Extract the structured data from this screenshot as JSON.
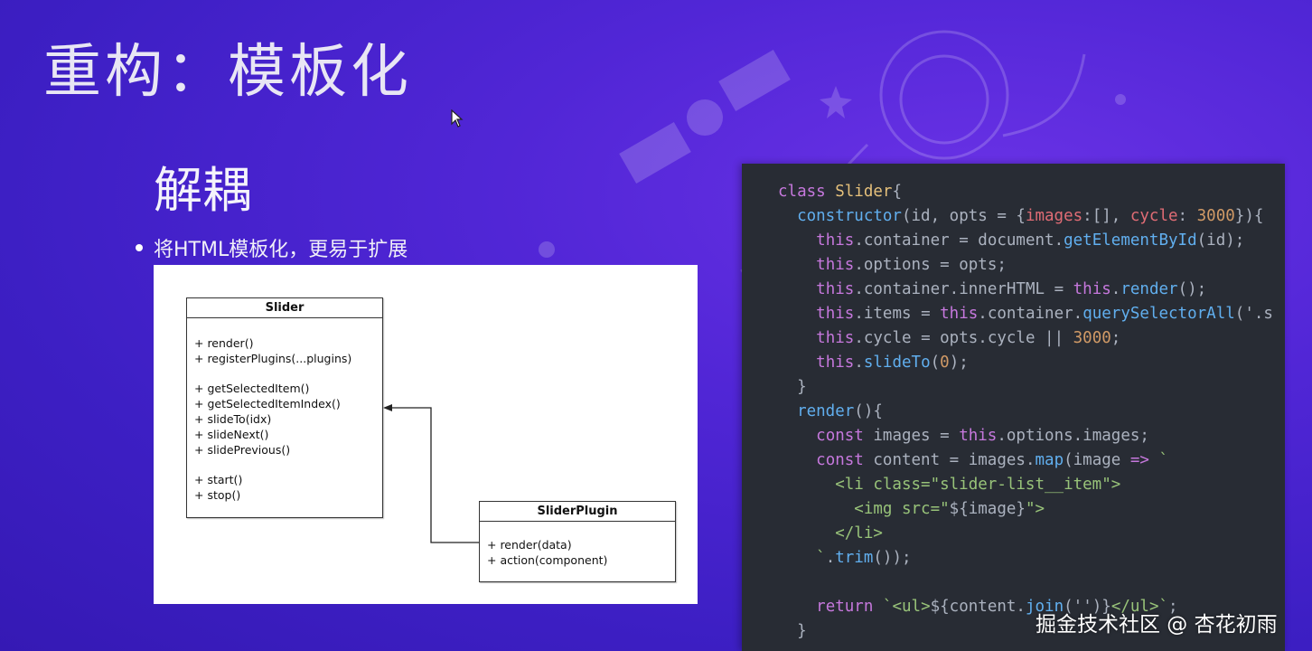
{
  "slide": {
    "title": "重构：模板化",
    "subtitle": "解耦",
    "bullet": "将HTML模板化，更易于扩展"
  },
  "uml": {
    "slider": {
      "name": "Slider",
      "groups": [
        [
          "+ render()",
          "+ registerPlugins(...plugins)"
        ],
        [
          "+ getSelectedItem()",
          "+ getSelectedItemIndex()",
          "+ slideTo(idx)",
          "+ slideNext()",
          "+ slidePrevious()"
        ],
        [
          "+ start()",
          "+ stop()"
        ]
      ]
    },
    "plugin": {
      "name": "SliderPlugin",
      "methods": [
        "+ render(data)",
        "+ action(component)"
      ]
    }
  },
  "code": {
    "lines": [
      [
        [
          "kw",
          "class "
        ],
        [
          "cls",
          "Slider"
        ],
        [
          "pl",
          "{"
        ]
      ],
      [
        [
          "pl",
          "  "
        ],
        [
          "fn",
          "constructor"
        ],
        [
          "pl",
          "(id, opts = {"
        ],
        [
          "prop",
          "images"
        ],
        [
          "pl",
          ":[], "
        ],
        [
          "prop",
          "cycle"
        ],
        [
          "pl",
          ": "
        ],
        [
          "num",
          "3000"
        ],
        [
          "pl",
          "}){"
        ]
      ],
      [
        [
          "pl",
          "    "
        ],
        [
          "kw",
          "this"
        ],
        [
          "pl",
          ".container = document."
        ],
        [
          "fn",
          "getElementById"
        ],
        [
          "pl",
          "(id);"
        ]
      ],
      [
        [
          "pl",
          "    "
        ],
        [
          "kw",
          "this"
        ],
        [
          "pl",
          ".options = opts;"
        ]
      ],
      [
        [
          "pl",
          "    "
        ],
        [
          "kw",
          "this"
        ],
        [
          "pl",
          ".container.innerHTML = "
        ],
        [
          "kw",
          "this"
        ],
        [
          "pl",
          "."
        ],
        [
          "fn",
          "render"
        ],
        [
          "pl",
          "();"
        ]
      ],
      [
        [
          "pl",
          "    "
        ],
        [
          "kw",
          "this"
        ],
        [
          "pl",
          ".items = "
        ],
        [
          "kw",
          "this"
        ],
        [
          "pl",
          ".container."
        ],
        [
          "fn",
          "querySelectorAll"
        ],
        [
          "pl",
          "('.s"
        ]
      ],
      [
        [
          "pl",
          "    "
        ],
        [
          "kw",
          "this"
        ],
        [
          "pl",
          ".cycle = opts.cycle || "
        ],
        [
          "num",
          "3000"
        ],
        [
          "pl",
          ";"
        ]
      ],
      [
        [
          "pl",
          "    "
        ],
        [
          "kw",
          "this"
        ],
        [
          "pl",
          "."
        ],
        [
          "fn",
          "slideTo"
        ],
        [
          "pl",
          "("
        ],
        [
          "num",
          "0"
        ],
        [
          "pl",
          ");"
        ]
      ],
      [
        [
          "pl",
          "  }"
        ]
      ],
      [
        [
          "pl",
          "  "
        ],
        [
          "fn",
          "render"
        ],
        [
          "pl",
          "(){"
        ]
      ],
      [
        [
          "pl",
          "    "
        ],
        [
          "kw",
          "const "
        ],
        [
          "pl",
          "images = "
        ],
        [
          "kw",
          "this"
        ],
        [
          "pl",
          ".options.images;"
        ]
      ],
      [
        [
          "pl",
          "    "
        ],
        [
          "kw",
          "const "
        ],
        [
          "pl",
          "content = images."
        ],
        [
          "fn",
          "map"
        ],
        [
          "pl",
          "(image "
        ],
        [
          "kw",
          "=>"
        ],
        [
          "str",
          " `"
        ]
      ],
      [
        [
          "str",
          "      <li class=\"slider-list__item\">"
        ]
      ],
      [
        [
          "str",
          "        <img src=\""
        ],
        [
          "pl",
          "${image}"
        ],
        [
          "str",
          "\">"
        ]
      ],
      [
        [
          "str",
          "      </li>"
        ]
      ],
      [
        [
          "str",
          "    `"
        ],
        [
          "pl",
          "."
        ],
        [
          "fn",
          "trim"
        ],
        [
          "pl",
          "());"
        ]
      ],
      [
        [
          "pl",
          ""
        ]
      ],
      [
        [
          "pl",
          "    "
        ],
        [
          "kw",
          "return "
        ],
        [
          "str",
          "`<ul>"
        ],
        [
          "pl",
          "${content."
        ],
        [
          "fn",
          "join"
        ],
        [
          "pl",
          "('')}"
        ],
        [
          "str",
          "</ul>`"
        ],
        [
          "pl",
          ";"
        ]
      ],
      [
        [
          "pl",
          "  }"
        ]
      ]
    ]
  },
  "watermark": "掘金技术社区 @ 杏花初雨",
  "colors": {
    "background": "#4a24d0",
    "code_bg": "#282c34",
    "keyword": "#c678dd",
    "function": "#61afef",
    "number": "#d19a66",
    "string": "#98c379",
    "class_name": "#e5c07b",
    "property": "#e06c75"
  }
}
